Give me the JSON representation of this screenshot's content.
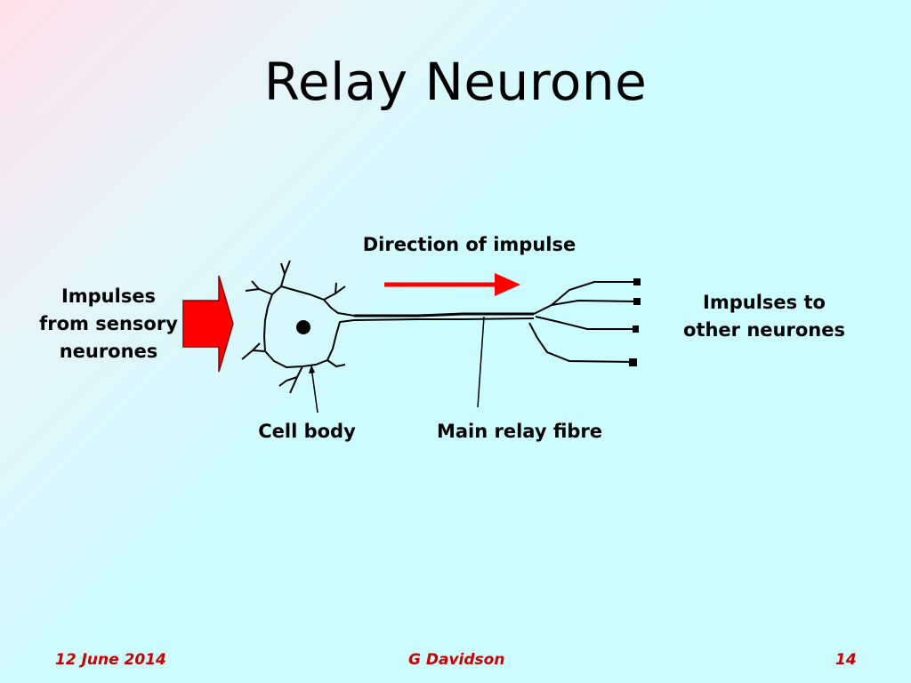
{
  "title": "Relay Neurone",
  "labels": {
    "direction": "Direction of impulse",
    "impulses_in": [
      "Impulses",
      "from sensory",
      "neurones"
    ],
    "impulses_out": [
      "Impulses to",
      "other neurones"
    ],
    "cell_body": "Cell body",
    "main_fibre": "Main relay fibre"
  },
  "footer": {
    "date": "12 June 2014",
    "author": "G Davidson",
    "page": "14"
  },
  "colors": {
    "arrow_red": "#ff0000",
    "footer_red": "#cc0000",
    "background": "#ccfcff"
  }
}
